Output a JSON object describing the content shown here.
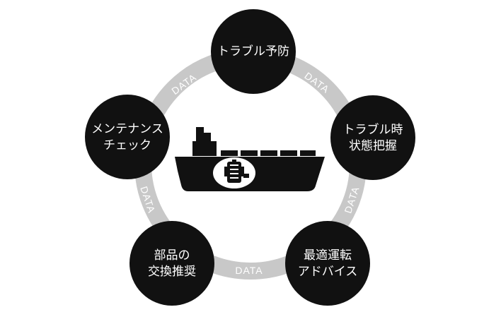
{
  "nodes": [
    {
      "id": "prevention",
      "lines": [
        "トラブル予防"
      ]
    },
    {
      "id": "status",
      "lines": [
        "トラブル時",
        "状態把握"
      ]
    },
    {
      "id": "optimal",
      "lines": [
        "最適運転",
        "アドバイス"
      ]
    },
    {
      "id": "parts",
      "lines": [
        "部品の",
        "交換推奨"
      ]
    },
    {
      "id": "maintenance",
      "lines": [
        "メンテナンス",
        "チェック"
      ]
    }
  ],
  "ring": {
    "labels": [
      "DATA",
      "DATA",
      "DATA",
      "DATA",
      "DATA"
    ]
  },
  "colors": {
    "ring": "#c8c8c8",
    "node": "#111111",
    "ship": "#111111"
  },
  "icons": {
    "center": "cargo-ship-icon",
    "engine": "engine-icon"
  }
}
